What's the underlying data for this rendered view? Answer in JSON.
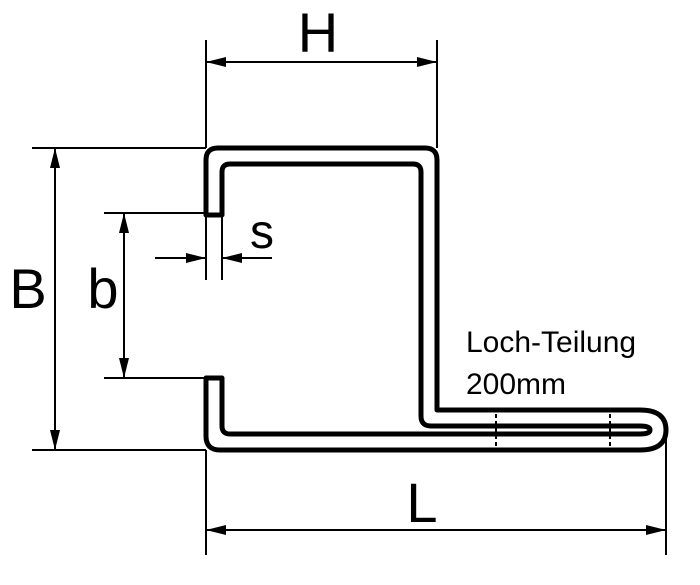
{
  "labels": {
    "H": "H",
    "B": "B",
    "b": "b",
    "s": "s",
    "L": "L",
    "note_line1": "Loch-Teilung",
    "note_line2": "200mm"
  },
  "colors": {
    "ink": "#000000",
    "paper": "#ffffff"
  }
}
